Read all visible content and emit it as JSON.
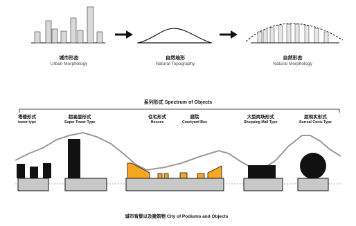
{
  "top_row": {
    "urban": {
      "zh": "城市形态",
      "en": "Urban Morphology"
    },
    "natural": {
      "zh": "自然地形",
      "en": "Natural Topography"
    },
    "nature": {
      "zh": "自然形态",
      "en": "Natural Morphology"
    }
  },
  "spectrum_title": "系列形式 Spectrum of Objects",
  "types": [
    {
      "zh": "塔楼形式",
      "en": "tower type"
    },
    {
      "zh": "超高层形式",
      "en": "Super Tower Type"
    },
    {
      "zh": "住宅形式",
      "en": "Houses"
    },
    {
      "zh": "庭院",
      "en": "Courtyard Box"
    },
    {
      "zh": "大型商场形式",
      "en": "Shopping Mall Type"
    },
    {
      "zh": "超现实形式",
      "en": "Surreal Conic Type"
    }
  ],
  "footer_title": "城市背景以及建筑物 City of Podiums and Objects",
  "colors": {
    "orange": "#F5A623",
    "podium": "#c8c8c8",
    "bar": "#d9d9d9",
    "line": "#999999"
  }
}
